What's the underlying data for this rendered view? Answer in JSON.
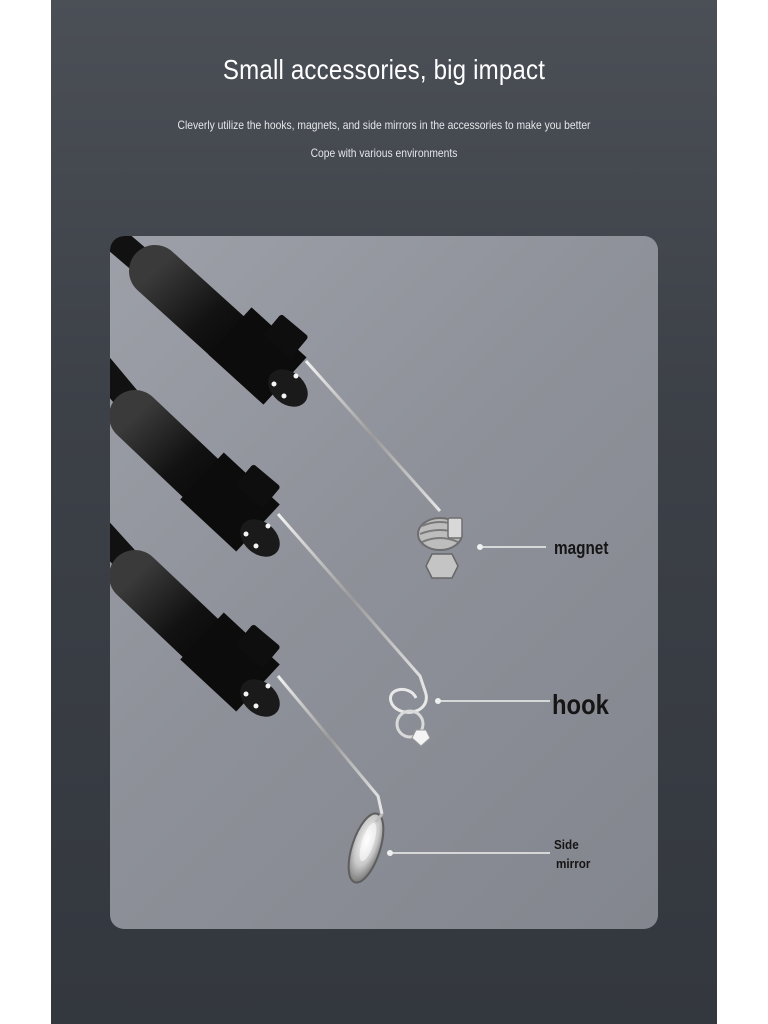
{
  "header": {
    "title": "Small accessories, big impact",
    "subtitle_line1": "Cleverly utilize the hooks, magnets, and side mirrors in the accessories to make you better",
    "subtitle_line2": "Cope with various environments"
  },
  "labels": {
    "magnet": "magnet",
    "hook": "hook",
    "side_mirror_line1": "Side",
    "side_mirror_line2": "mirror"
  },
  "colors": {
    "background": "#3c4047",
    "card": "#8e9199",
    "title_text": "#ffffff",
    "label_text": "#151515"
  }
}
